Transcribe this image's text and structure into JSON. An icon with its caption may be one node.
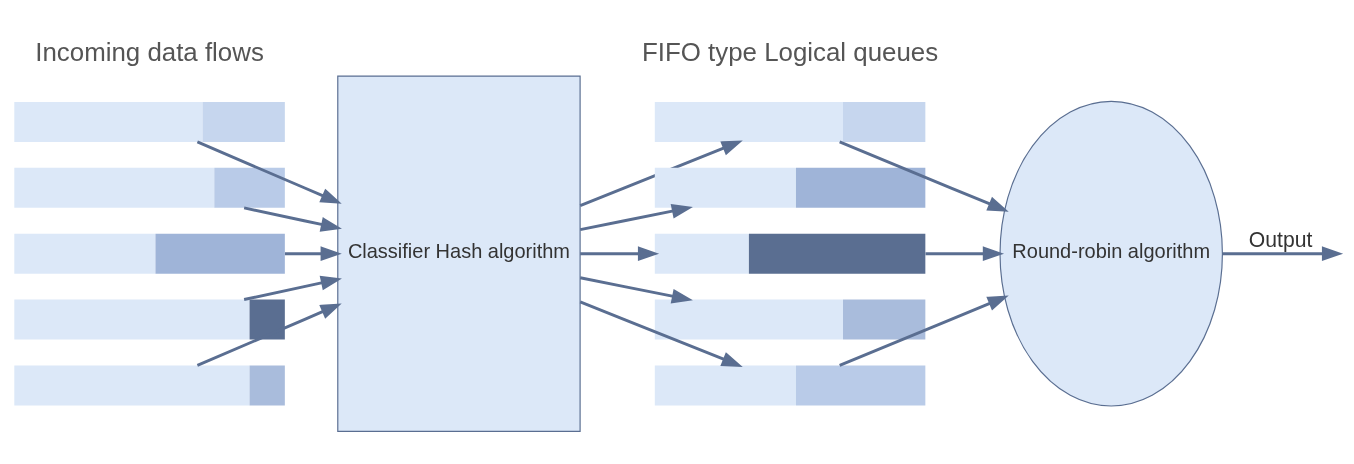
{
  "diagram": {
    "nodes": [
      {
        "text": [],
        "shape": "bar"
      },
      {
        "text": [],
        "shape": "bar"
      },
      {
        "text": [],
        "shape": "bar"
      },
      {
        "text": [],
        "shape": "bar"
      },
      {
        "text": [],
        "shape": "bar"
      },
      {
        "text": [
          "Classifier Hash algorithm"
        ]
      },
      {
        "text": [],
        "shape": "bar"
      },
      {
        "text": [],
        "shape": "bar"
      },
      {
        "text": [],
        "shape": "bar"
      },
      {
        "text": [],
        "shape": "bar"
      },
      {
        "text": [],
        "shape": "bar"
      },
      {
        "text": [
          "Round-robin algorithm"
        ]
      }
    ],
    "edges": [
      {
        "from": 0,
        "to": 5,
        "arrow": "to"
      },
      {
        "from": 1,
        "to": 5,
        "arrow": "to"
      },
      {
        "from": 2,
        "to": 5,
        "arrow": "to"
      },
      {
        "from": 3,
        "to": 5,
        "arrow": "to"
      },
      {
        "from": 4,
        "to": 5,
        "arrow": "to"
      },
      {
        "from": 5,
        "to": 6,
        "arrow": "to"
      },
      {
        "from": 5,
        "to": 7,
        "arrow": "to"
      },
      {
        "from": 5,
        "to": 8,
        "arrow": "to"
      },
      {
        "from": 5,
        "to": 9,
        "arrow": "to"
      },
      {
        "from": 5,
        "to": 10,
        "arrow": "to"
      },
      {
        "from": 6,
        "to": 11,
        "arrow": "to"
      },
      {
        "from": 8,
        "to": 11,
        "arrow": "to"
      },
      {
        "from": 10,
        "to": 11,
        "arrow": "to"
      },
      {
        "from": 11,
        "to": null,
        "arrow": "to",
        "label": "Output"
      }
    ],
    "labels": [
      "Incoming data flows",
      "FIFO type Logical queues"
    ]
  }
}
